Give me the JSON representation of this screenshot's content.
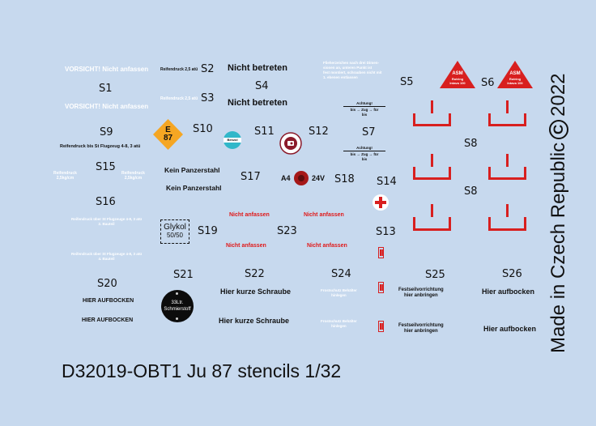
{
  "labels": {
    "s1": "S1",
    "s2": "S2",
    "s3": "S3",
    "s4": "S4",
    "s5": "S5",
    "s6": "S6",
    "s7": "S7",
    "s8a": "S8",
    "s8b": "S8",
    "s9": "S9",
    "s10": "S10",
    "s11": "S11",
    "s12": "S12",
    "s13": "S13",
    "s14": "S14",
    "s15": "S15",
    "s16": "S16",
    "s17": "S17",
    "s18": "S18",
    "s19": "S19",
    "s20": "S20",
    "s21": "S21",
    "s22": "S22",
    "s23": "S23",
    "s24": "S24",
    "s25": "S25",
    "s26": "S26"
  },
  "stencils": {
    "vorsicht_1": "VORSICHT! Nicht anfassen",
    "vorsicht_2": "VORSICHT! Nicht anfassen",
    "reifendruck_s2": "Reifendruck 2,5 atü",
    "reifendruck_s3": "Reifendruck 2,5 atü",
    "nicht_betreten_1": "Nicht betreten",
    "nicht_betreten_2": "Nicht betreten",
    "fliegerschild_lines": [
      "Flieherzeichen nach drei Dimen-",
      "sionen an, unteren Punkt ist",
      "fest montiert, schrauben nicht mit",
      "1. ebenen entlassen"
    ],
    "asm_s5": [
      "ASM",
      "Rotring",
      "Intava 100"
    ],
    "asm_s6": [
      "ASM",
      "Rotring",
      "Intava 100"
    ],
    "achtung_1": [
      "Achtung!",
      "bis → Zug → für",
      "bis"
    ],
    "achtung_2": [
      "Achtung!",
      "bis → Zug → für",
      "bis"
    ],
    "e87_top": "E",
    "e87_bottom": "87",
    "reifendruck_s9": "Reifendruck bis St Flugzeug 4-8, 3 atü",
    "s11_text": "Benzol",
    "s15_left": [
      "Reifendruck",
      "2,5kg/cm"
    ],
    "s15_right": [
      "Reifendruck",
      "2,5kg/cm"
    ],
    "kein_panzerstahl_1": "Kein Panzerstahl",
    "kein_panzerstahl_2": "Kein Panzerstahl",
    "a4": "A4",
    "v24": "24V",
    "s16_a": [
      "Reifendruck über St Flugzeuge 4-8, 3 atü",
      "2. Bauteil"
    ],
    "s16_b": [
      "Reifendruck über St Flugzeuge 4-8, 3 atü",
      "4. Bauteil"
    ],
    "glykol": [
      "Glykol",
      "50/50"
    ],
    "nicht_anfassen_1": "Nicht anfassen",
    "nicht_anfassen_2": "Nicht anfassen",
    "nicht_anfassen_3": "Nicht anfassen",
    "nicht_anfassen_4": "Nicht anfassen",
    "hier_aufbocken_1": "HIER AUFBOCKEN",
    "hier_aufbocken_2": "HIER AUFBOCKEN",
    "schmierstoff": [
      "33Ltr.",
      "Schmierstoff"
    ],
    "hier_kurze_1": "Hier kurze Schraube",
    "hier_kurze_2": "Hier kurze Schraube",
    "s24_a": [
      "Frostschutz Behälter",
      "hinlegen"
    ],
    "s24_b": [
      "Frostschutz Behälter",
      "hinlegen"
    ],
    "festseil_1": [
      "Festseilvorrichtung",
      "hier anbringen"
    ],
    "festseil_2": [
      "Festseilvorrichtung",
      "hier anbringen"
    ],
    "hier_aufbocken_3": "Hier aufbocken",
    "hier_aufbocken_4": "Hier aufbocken"
  },
  "footer_title": "D32019-OBT1 Ju 87 stencils 1/32",
  "vertical_text": "Made in Czech Republic",
  "copyright_symbol": "©",
  "year": "2022",
  "colors": {
    "background": "#c7d9ee",
    "red": "#d81f1f",
    "orange": "#f5a623",
    "white": "#ffffff",
    "black": "#111111",
    "teal": "#31b7c9"
  }
}
